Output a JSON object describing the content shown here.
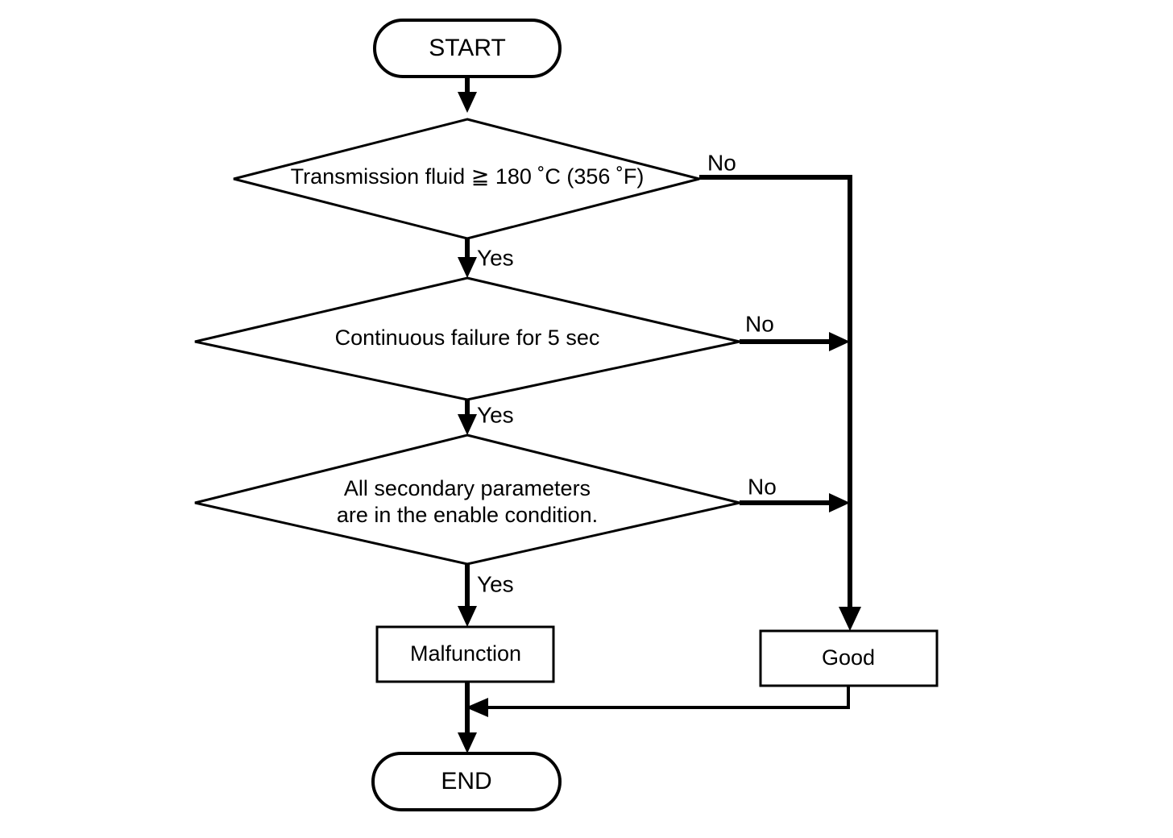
{
  "diagram": {
    "type": "flowchart",
    "title": "Transmission fluid temperature diagnostic flow",
    "background_color": "#ffffff",
    "line_color": "#000000",
    "nodes": {
      "start": {
        "label": "START",
        "shape": "terminator"
      },
      "decision_1": {
        "label": "Transmission fluid ≧ 180 ˚C (356 ˚F)",
        "shape": "decision"
      },
      "decision_2": {
        "label": "Continuous failure for 5 sec",
        "shape": "decision"
      },
      "decision_3": {
        "label_line_1": "All secondary parameters",
        "label_line_2": "are in the enable condition.",
        "shape": "decision"
      },
      "malfunction": {
        "label": "Malfunction",
        "shape": "process"
      },
      "good": {
        "label": "Good",
        "shape": "process"
      },
      "end": {
        "label": "END",
        "shape": "terminator"
      }
    },
    "branch_labels": {
      "decision_1_yes": "Yes",
      "decision_1_no": "No",
      "decision_2_yes": "Yes",
      "decision_2_no": "No",
      "decision_3_yes": "Yes",
      "decision_3_no": "No"
    }
  }
}
